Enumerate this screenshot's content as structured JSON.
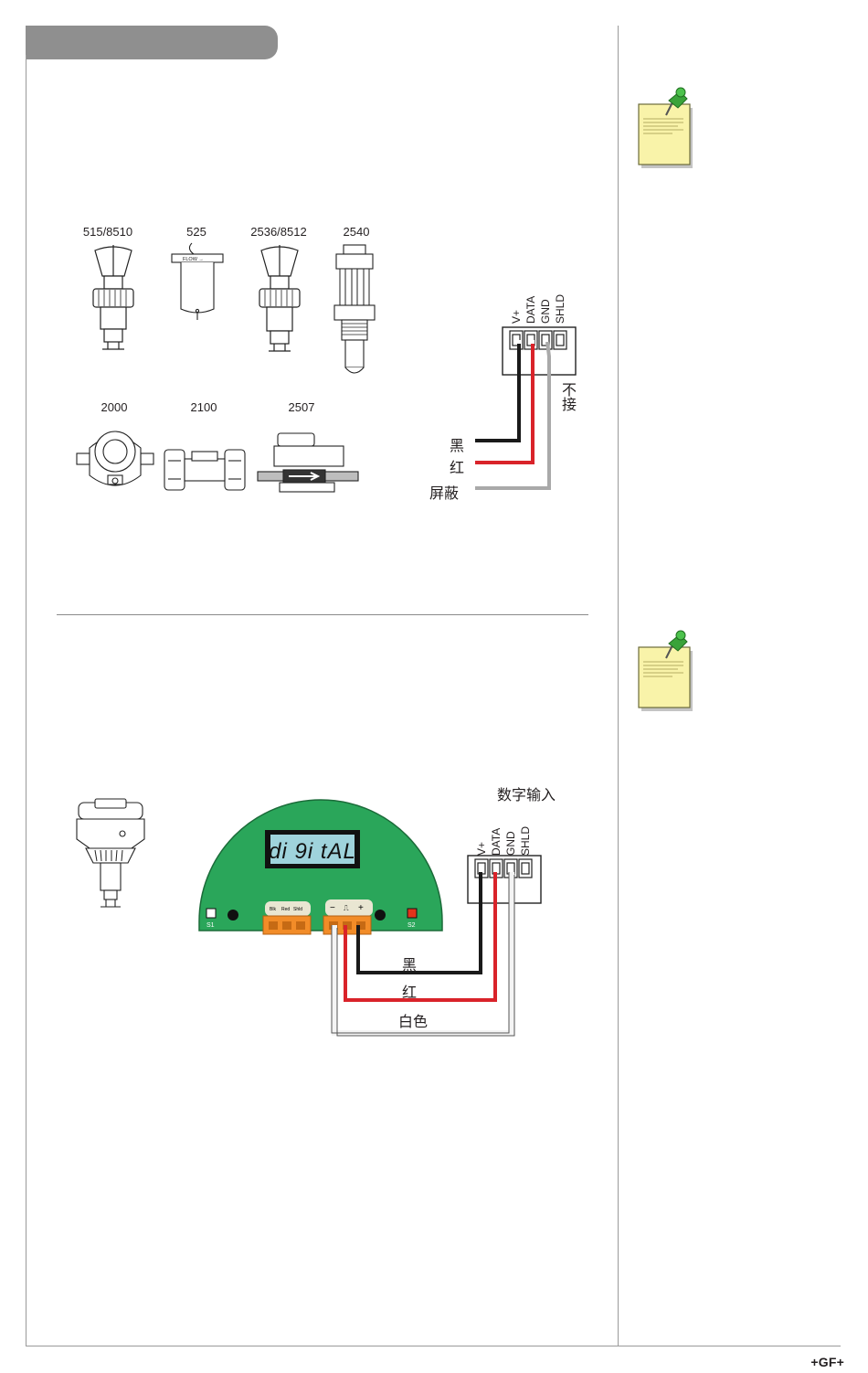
{
  "sensors": {
    "top_row": [
      "515/8510",
      "525",
      "2536/8512",
      "2540"
    ],
    "bottom_row": [
      "2000",
      "2100",
      "2507"
    ],
    "flow_tag": "FLOW"
  },
  "terminal1": {
    "pins": [
      "V+",
      "DATA",
      "GND",
      "SHLD"
    ],
    "not_connected": "不接",
    "wires": [
      "黑",
      "红",
      "屏蔽"
    ]
  },
  "section2": {
    "input_title": "数字输入",
    "pins": [
      "V+",
      "DATA",
      "GND",
      "SHLD"
    ],
    "display_text": "di 9i tAL",
    "board_labels": {
      "s1": "S1",
      "s2": "S2",
      "blk": "Blk",
      "red": "Red",
      "shld": "Shld"
    },
    "polarity": [
      "−",
      "⎍",
      "+"
    ],
    "wires": [
      "黑",
      "红",
      "白色"
    ]
  },
  "brand": "+GF+",
  "colors": {
    "black_wire": "#1a1a1a",
    "red_wire": "#d9232a",
    "shield_wire": "#a9a9a9",
    "board": "#2aa65a",
    "connector": "#f28c28"
  }
}
